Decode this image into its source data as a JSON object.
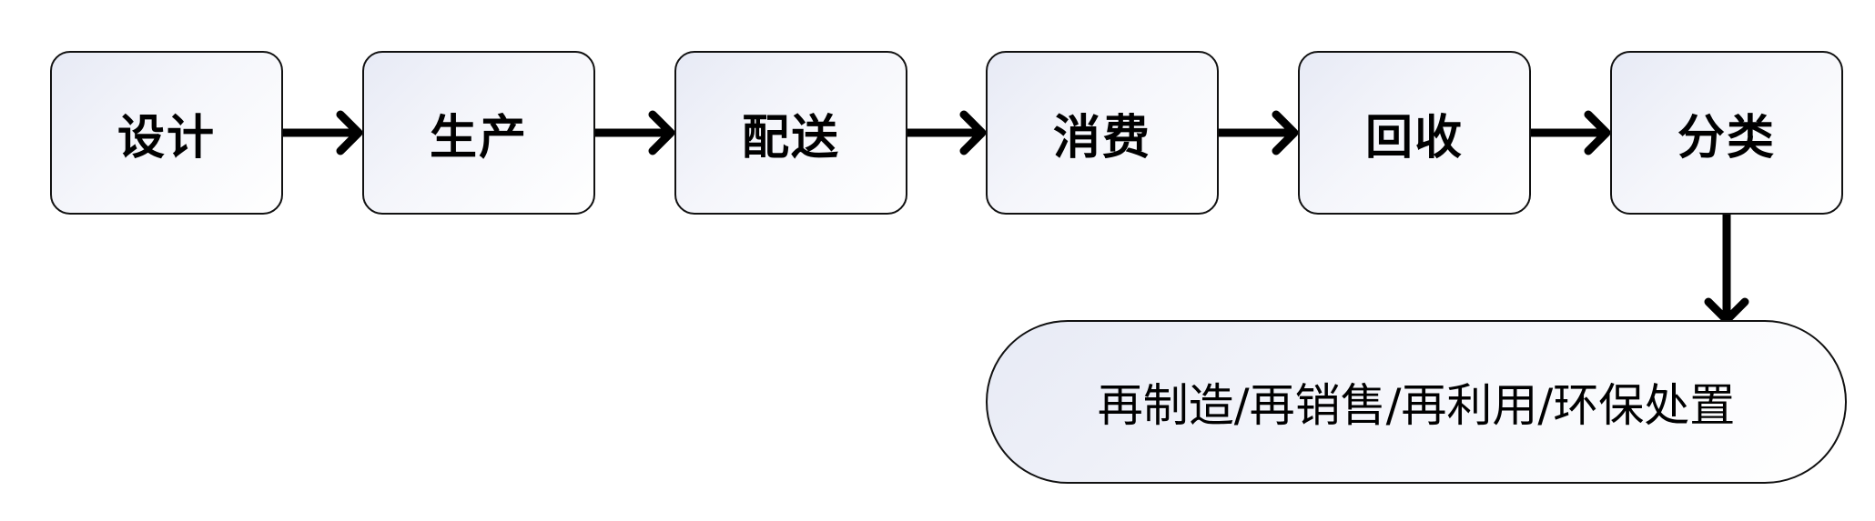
{
  "diagram": {
    "steps": [
      "设计",
      "生产",
      "配送",
      "消费",
      "回收",
      "分类"
    ],
    "outcome": "再制造/再销售/再利用/环保处置"
  }
}
